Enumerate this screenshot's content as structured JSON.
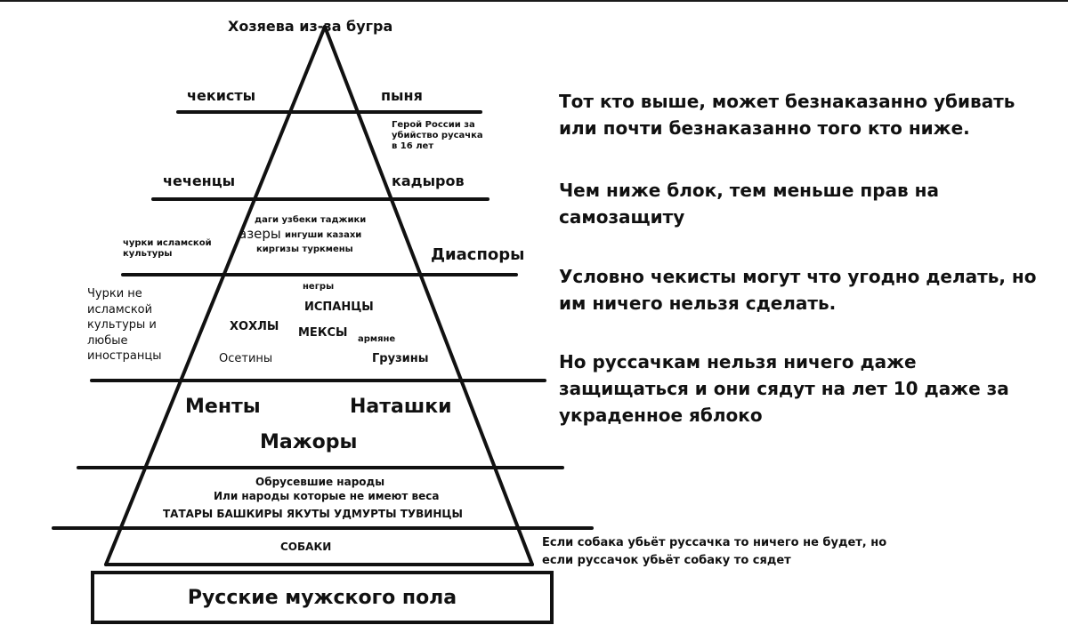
{
  "top": "Хозяева из-за бугра",
  "tier1": {
    "left": "чекисты",
    "right": "пыня",
    "note": "Герой России за убийство русачка в 16 лет"
  },
  "tier2": {
    "left": "чеченцы",
    "right": "кадыров"
  },
  "tier3": {
    "line1": "даги узбеки таджики",
    "azery": "азеры",
    "line2b": "ингуши казахи",
    "line3": "киргизы туркмены",
    "outside_left": "чурки исламской культуры",
    "outside_right": "Диаспоры"
  },
  "tier4": {
    "outside_left": "Чурки не исламской культуры и любые иностранцы",
    "negry": "негры",
    "ispancy": "ИСПАНЦЫ",
    "hohly": "ХОХЛЫ",
    "meksy": "МЕКСЫ",
    "armyane": "армяне",
    "osetiny": "Осетины",
    "gruziny": "Грузины"
  },
  "tier5": {
    "menty": "Менты",
    "natashki": "Наташки",
    "mazhory": "Мажоры"
  },
  "tier6": {
    "line1": "Обрусевшие народы",
    "line2": "Или народы которые не имеют веса",
    "line3": "ТАТАРЫ БАШКИРЫ ЯКУТЫ УДМУРТЫ ТУВИНЦЫ"
  },
  "tier7": {
    "sobaki": "СОБАКИ",
    "note_line1": "Если собака убьёт руссачка то ничего не будет, но",
    "note_line2": "если руссачок убьёт собаку то сядет"
  },
  "base": "Русские мужского пола",
  "side": {
    "p1": "Тот кто выше, может безнаказанно убивать или почти безнаказанно того кто ниже.",
    "p2": "Чем ниже блок, тем меньше прав на самозащиту",
    "p3": "Условно чекисты могут что угодно делать, но им ничего нельзя сделать.",
    "p4": "Но руссачкам нельзя ничего даже защищаться и они сядут на лет 10 даже за украденное яблоко"
  }
}
